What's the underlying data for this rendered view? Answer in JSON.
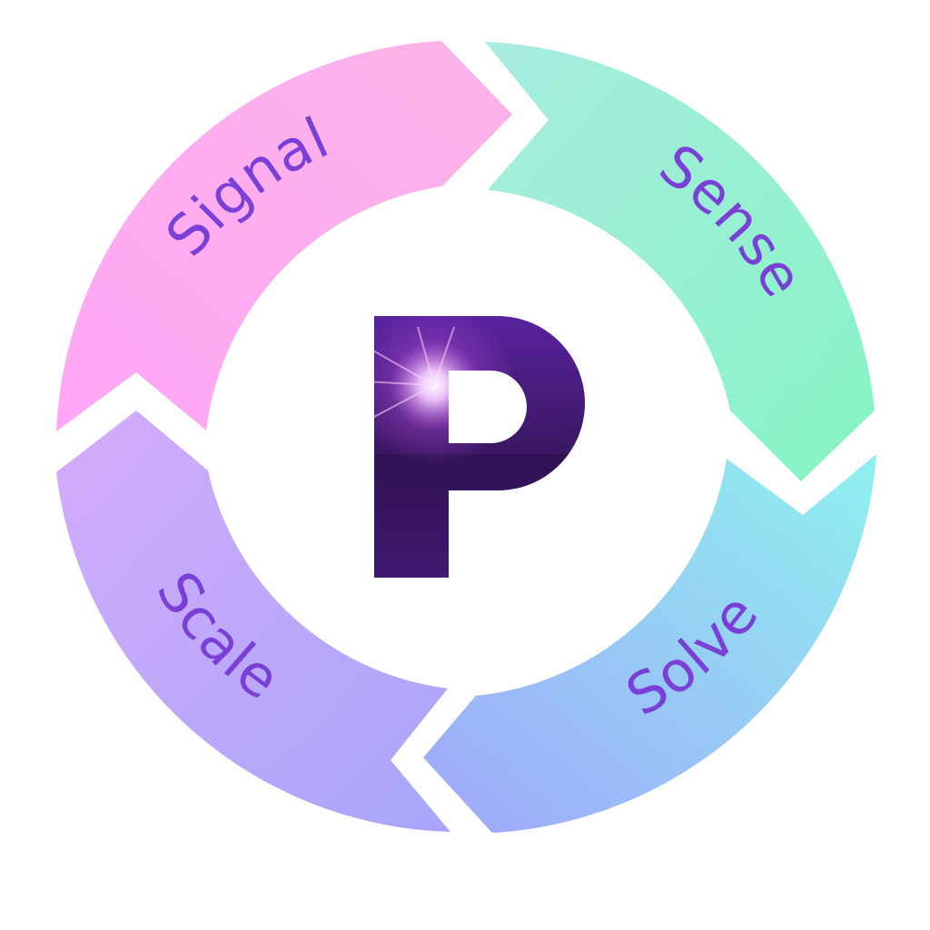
{
  "diagram": {
    "center_letter": "P",
    "center_colors": {
      "dark": "#3a1660",
      "mid": "#5a24a0",
      "glow": "#f3c8ff",
      "ground": "#2a1048"
    },
    "label_color": "#7a3fd6",
    "stages": [
      {
        "id": "signal",
        "label": "Signal",
        "color_start": "#ffa6f7",
        "color_end": "#fcb4e6"
      },
      {
        "id": "sense",
        "label": "Sense",
        "color_start": "#a8ecdf",
        "color_end": "#86f4c4"
      },
      {
        "id": "solve",
        "label": "Solve",
        "color_start": "#8ef1ee",
        "color_end": "#a0a6fb"
      },
      {
        "id": "scale",
        "label": "Scale",
        "color_start": "#d4abfb",
        "color_end": "#a7a5fa"
      }
    ]
  }
}
